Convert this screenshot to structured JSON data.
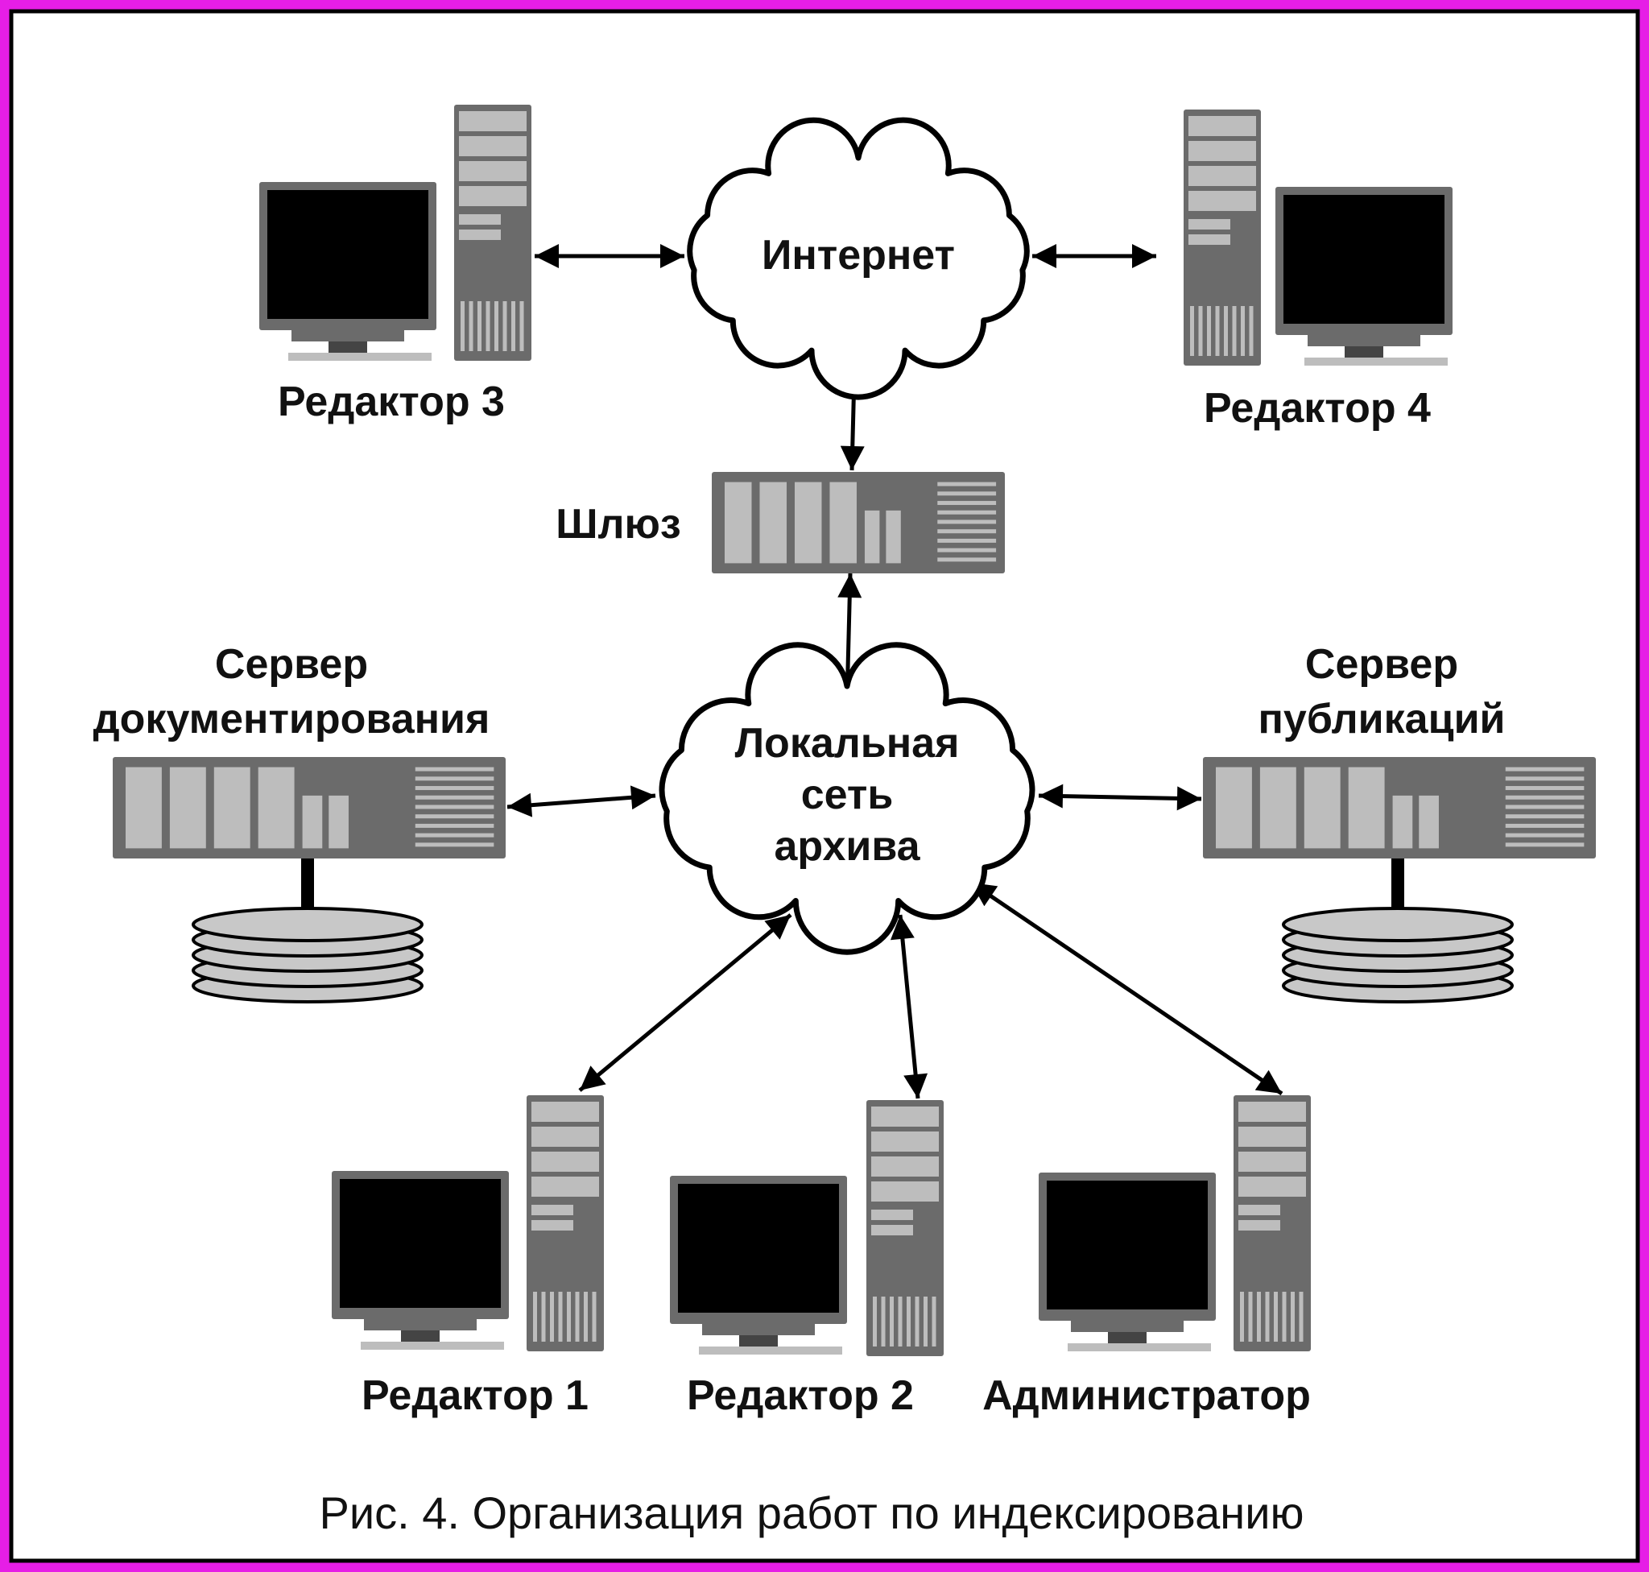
{
  "colors": {
    "frame": "#e61ee6",
    "border": "#000000",
    "device_fill": "#6b6b6b",
    "device_light": "#bdbdbd",
    "screen": "#000000",
    "disk_fill": "#c8c8c8"
  },
  "labels": {
    "internet": "Интернет",
    "gateway": "Шлюз",
    "lan": [
      "Локальная",
      "сеть",
      "архива"
    ],
    "editor3": "Редактор 3",
    "editor4": "Редактор 4",
    "doc_server": [
      "Сервер",
      "документирования"
    ],
    "pub_server": [
      "Сервер",
      "публикаций"
    ],
    "editor1": "Редактор 1",
    "editor2": "Редактор 2",
    "admin": "Администратор"
  },
  "caption": "Рис. 4. Организация работ по индексированию",
  "icons": {
    "workstation": "workstation-icon",
    "rack_server": "rack-server-icon",
    "disk_stack": "disk-stack-icon",
    "cloud": "cloud-icon"
  }
}
